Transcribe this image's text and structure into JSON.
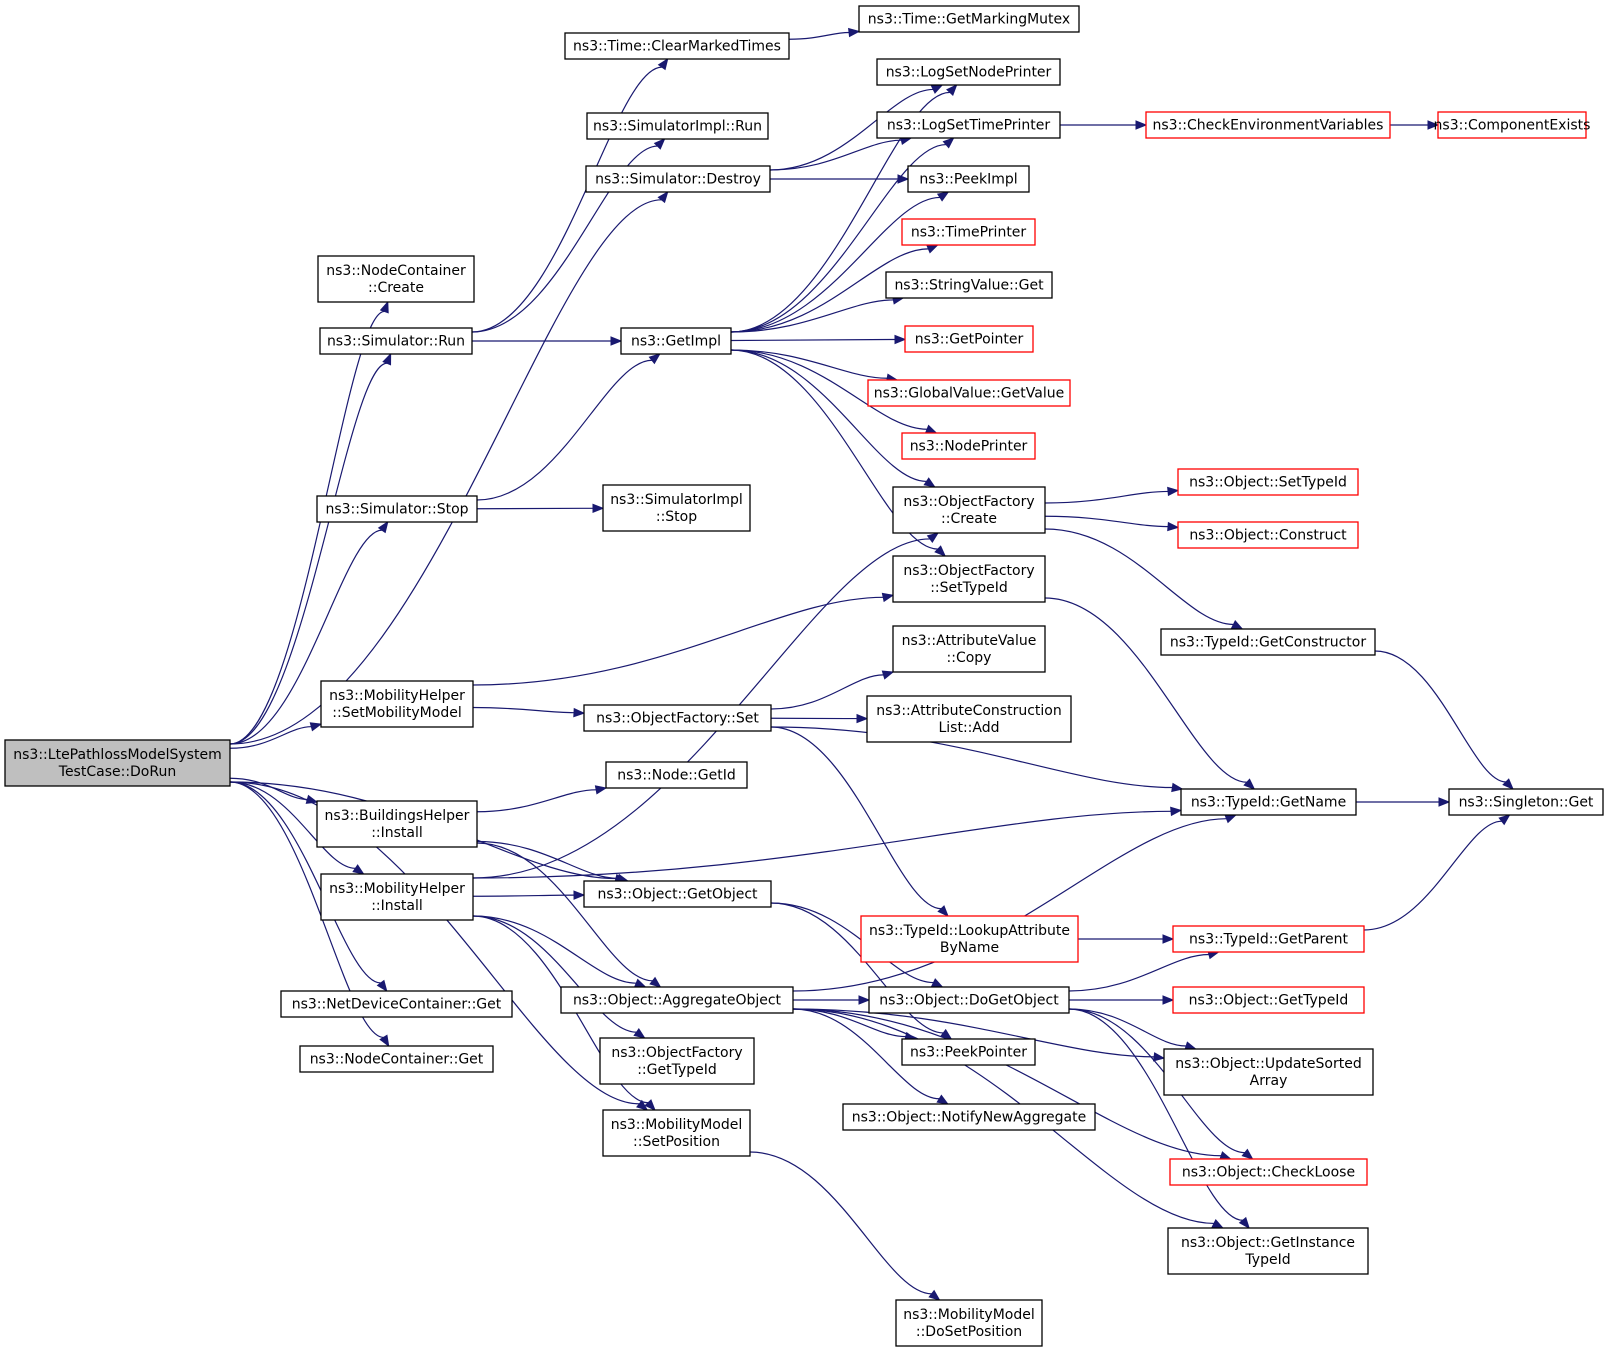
{
  "nodes": {
    "dorun": {
      "lines": [
        "ns3::LtePathlossModelSystem",
        "TestCase::DoRun"
      ],
      "variant": "root"
    },
    "nc_create": {
      "lines": [
        "ns3::NodeContainer",
        "::Create"
      ]
    },
    "sim_run": {
      "lines": [
        "ns3::Simulator::Run"
      ]
    },
    "sim_stop": {
      "lines": [
        "ns3::Simulator::Stop"
      ]
    },
    "mh_setmm": {
      "lines": [
        "ns3::MobilityHelper",
        "::SetMobilityModel"
      ]
    },
    "bh_install": {
      "lines": [
        "ns3::BuildingsHelper",
        "::Install"
      ]
    },
    "mh_install": {
      "lines": [
        "ns3::MobilityHelper",
        "::Install"
      ]
    },
    "ndc_get": {
      "lines": [
        "ns3::NetDeviceContainer::Get"
      ]
    },
    "nc_get": {
      "lines": [
        "ns3::NodeContainer::Get"
      ]
    },
    "time_cmt": {
      "lines": [
        "ns3::Time::ClearMarkedTimes"
      ]
    },
    "simimpl_run": {
      "lines": [
        "ns3::SimulatorImpl::Run"
      ]
    },
    "sim_destroy": {
      "lines": [
        "ns3::Simulator::Destroy"
      ]
    },
    "getimpl": {
      "lines": [
        "ns3::GetImpl"
      ]
    },
    "simimpl_stop": {
      "lines": [
        "ns3::SimulatorImpl",
        "::Stop"
      ]
    },
    "of_set": {
      "lines": [
        "ns3::ObjectFactory::Set"
      ]
    },
    "node_getid": {
      "lines": [
        "ns3::Node::GetId"
      ]
    },
    "obj_getobject": {
      "lines": [
        "ns3::Object::GetObject"
      ]
    },
    "obj_aggregate": {
      "lines": [
        "ns3::Object::AggregateObject"
      ]
    },
    "of_gettypeid": {
      "lines": [
        "ns3::ObjectFactory",
        "::GetTypeId"
      ]
    },
    "mm_setpos": {
      "lines": [
        "ns3::MobilityModel",
        "::SetPosition"
      ]
    },
    "time_gmm": {
      "lines": [
        "ns3::Time::GetMarkingMutex"
      ]
    },
    "log_snp": {
      "lines": [
        "ns3::LogSetNodePrinter"
      ]
    },
    "log_stp": {
      "lines": [
        "ns3::LogSetTimePrinter"
      ]
    },
    "peekimpl": {
      "lines": [
        "ns3::PeekImpl"
      ]
    },
    "timeprinter": {
      "lines": [
        "ns3::TimePrinter"
      ],
      "variant": "red"
    },
    "sv_get": {
      "lines": [
        "ns3::StringValue::Get"
      ]
    },
    "getpointer": {
      "lines": [
        "ns3::GetPointer"
      ],
      "variant": "red"
    },
    "gv_getvalue": {
      "lines": [
        "ns3::GlobalValue::GetValue"
      ],
      "variant": "red"
    },
    "nodeprinter": {
      "lines": [
        "ns3::NodePrinter"
      ],
      "variant": "red"
    },
    "of_create": {
      "lines": [
        "ns3::ObjectFactory",
        "::Create"
      ]
    },
    "of_settypeid": {
      "lines": [
        "ns3::ObjectFactory",
        "::SetTypeId"
      ]
    },
    "av_copy": {
      "lines": [
        "ns3::AttributeValue",
        "::Copy"
      ]
    },
    "acl_add": {
      "lines": [
        "ns3::AttributeConstruction",
        "List::Add"
      ]
    },
    "tid_lookup": {
      "lines": [
        "ns3::TypeId::LookupAttribute",
        "ByName"
      ],
      "variant": "red"
    },
    "obj_dogetobject": {
      "lines": [
        "ns3::Object::DoGetObject"
      ]
    },
    "peekpointer": {
      "lines": [
        "ns3::PeekPointer"
      ]
    },
    "obj_notify": {
      "lines": [
        "ns3::Object::NotifyNewAggregate"
      ]
    },
    "mm_dosetpos": {
      "lines": [
        "ns3::MobilityModel",
        "::DoSetPosition"
      ]
    },
    "check_env": {
      "lines": [
        "ns3::CheckEnvironmentVariables"
      ],
      "variant": "red"
    },
    "comp_exists": {
      "lines": [
        "ns3::ComponentExists"
      ],
      "variant": "red"
    },
    "obj_settypeid": {
      "lines": [
        "ns3::Object::SetTypeId"
      ],
      "variant": "red"
    },
    "obj_construct": {
      "lines": [
        "ns3::Object::Construct"
      ],
      "variant": "red"
    },
    "tid_getctor": {
      "lines": [
        "ns3::TypeId::GetConstructor"
      ]
    },
    "tid_getname": {
      "lines": [
        "ns3::TypeId::GetName"
      ]
    },
    "tid_getparent": {
      "lines": [
        "ns3::TypeId::GetParent"
      ],
      "variant": "red"
    },
    "obj_gettypeid": {
      "lines": [
        "ns3::Object::GetTypeId"
      ],
      "variant": "red"
    },
    "obj_updsorted": {
      "lines": [
        "ns3::Object::UpdateSorted",
        "Array"
      ]
    },
    "obj_checkloose": {
      "lines": [
        "ns3::Object::CheckLoose"
      ],
      "variant": "red"
    },
    "obj_getinst": {
      "lines": [
        "ns3::Object::GetInstance",
        "TypeId"
      ]
    },
    "singleton_get": {
      "lines": [
        "ns3::Singleton::Get"
      ]
    }
  },
  "edges": [
    [
      "dorun",
      "nc_create"
    ],
    [
      "dorun",
      "sim_run"
    ],
    [
      "dorun",
      "sim_destroy"
    ],
    [
      "dorun",
      "sim_stop"
    ],
    [
      "dorun",
      "mh_setmm"
    ],
    [
      "dorun",
      "bh_install"
    ],
    [
      "dorun",
      "mh_install"
    ],
    [
      "dorun",
      "ndc_get"
    ],
    [
      "dorun",
      "nc_get"
    ],
    [
      "dorun",
      "obj_getobject"
    ],
    [
      "dorun",
      "mm_setpos"
    ],
    [
      "sim_run",
      "time_cmt"
    ],
    [
      "sim_run",
      "simimpl_run"
    ],
    [
      "sim_run",
      "getimpl"
    ],
    [
      "time_cmt",
      "time_gmm"
    ],
    [
      "sim_destroy",
      "log_snp"
    ],
    [
      "sim_destroy",
      "log_stp"
    ],
    [
      "sim_destroy",
      "peekimpl"
    ],
    [
      "sim_stop",
      "getimpl"
    ],
    [
      "sim_stop",
      "simimpl_stop"
    ],
    [
      "getimpl",
      "log_snp"
    ],
    [
      "getimpl",
      "log_stp"
    ],
    [
      "getimpl",
      "peekimpl"
    ],
    [
      "getimpl",
      "timeprinter"
    ],
    [
      "getimpl",
      "sv_get"
    ],
    [
      "getimpl",
      "getpointer"
    ],
    [
      "getimpl",
      "gv_getvalue"
    ],
    [
      "getimpl",
      "nodeprinter"
    ],
    [
      "getimpl",
      "of_create"
    ],
    [
      "getimpl",
      "of_settypeid"
    ],
    [
      "log_stp",
      "check_env"
    ],
    [
      "check_env",
      "comp_exists"
    ],
    [
      "of_create",
      "obj_settypeid"
    ],
    [
      "of_create",
      "obj_construct"
    ],
    [
      "of_create",
      "tid_getctor"
    ],
    [
      "of_settypeid",
      "tid_getname"
    ],
    [
      "tid_getctor",
      "singleton_get"
    ],
    [
      "mh_setmm",
      "of_settypeid"
    ],
    [
      "mh_setmm",
      "of_set"
    ],
    [
      "of_set",
      "av_copy"
    ],
    [
      "of_set",
      "acl_add"
    ],
    [
      "of_set",
      "tid_getname"
    ],
    [
      "of_set",
      "tid_lookup"
    ],
    [
      "bh_install",
      "node_getid"
    ],
    [
      "bh_install",
      "obj_getobject"
    ],
    [
      "bh_install",
      "obj_aggregate"
    ],
    [
      "mh_install",
      "of_create"
    ],
    [
      "mh_install",
      "tid_getname"
    ],
    [
      "mh_install",
      "obj_getobject"
    ],
    [
      "mh_install",
      "obj_aggregate"
    ],
    [
      "mh_install",
      "of_gettypeid"
    ],
    [
      "mh_install",
      "mm_setpos"
    ],
    [
      "obj_getobject",
      "obj_dogetobject"
    ],
    [
      "obj_getobject",
      "peekpointer"
    ],
    [
      "obj_aggregate",
      "tid_getname"
    ],
    [
      "obj_aggregate",
      "obj_dogetobject"
    ],
    [
      "obj_aggregate",
      "peekpointer"
    ],
    [
      "obj_aggregate",
      "obj_notify"
    ],
    [
      "obj_aggregate",
      "obj_updsorted"
    ],
    [
      "obj_aggregate",
      "obj_checkloose"
    ],
    [
      "obj_aggregate",
      "obj_getinst"
    ],
    [
      "tid_lookup",
      "tid_getparent"
    ],
    [
      "tid_getparent",
      "singleton_get"
    ],
    [
      "tid_getname",
      "singleton_get"
    ],
    [
      "obj_dogetobject",
      "tid_getparent"
    ],
    [
      "obj_dogetobject",
      "obj_gettypeid"
    ],
    [
      "obj_dogetobject",
      "obj_updsorted"
    ],
    [
      "obj_dogetobject",
      "obj_checkloose"
    ],
    [
      "obj_dogetobject",
      "obj_getinst"
    ],
    [
      "mm_setpos",
      "mm_dosetpos"
    ]
  ]
}
